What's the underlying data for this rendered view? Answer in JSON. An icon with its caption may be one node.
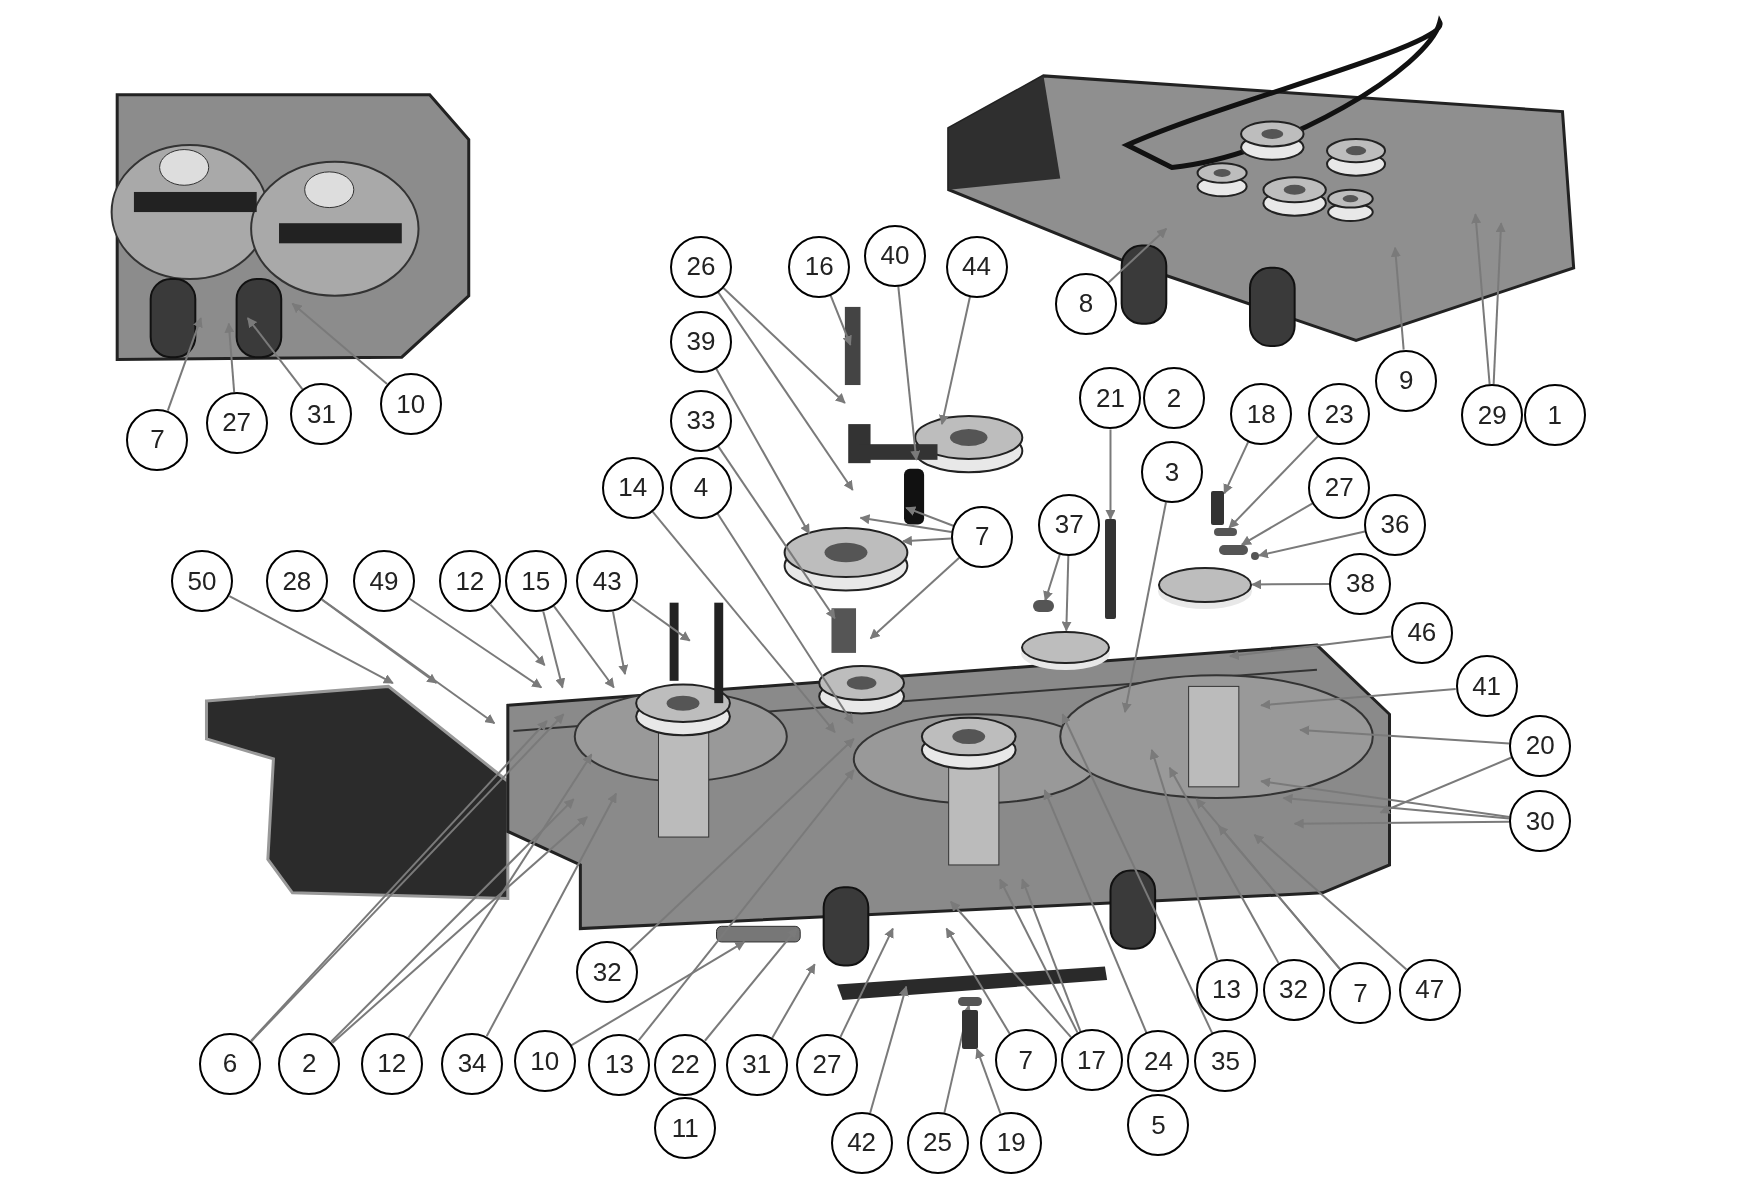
{
  "diagram": {
    "nodes": [
      {
        "text": [
          "7"
        ]
      },
      {
        "text": [
          "27"
        ]
      },
      {
        "text": [
          "31"
        ]
      },
      {
        "text": [
          "10"
        ]
      },
      {
        "text": [
          "8"
        ]
      },
      {
        "text": [
          "9"
        ]
      },
      {
        "text": [
          "29"
        ]
      },
      {
        "text": [
          "1"
        ]
      },
      {
        "text": [
          "26"
        ]
      },
      {
        "text": [
          "16"
        ]
      },
      {
        "text": [
          "40"
        ]
      },
      {
        "text": [
          "44"
        ]
      },
      {
        "text": [
          "39"
        ]
      },
      {
        "text": [
          "33"
        ]
      },
      {
        "text": [
          "21"
        ]
      },
      {
        "text": [
          "2"
        ]
      },
      {
        "text": [
          "18"
        ]
      },
      {
        "text": [
          "23"
        ]
      },
      {
        "text": [
          "14"
        ]
      },
      {
        "text": [
          "4"
        ]
      },
      {
        "text": [
          "3"
        ]
      },
      {
        "text": [
          "27"
        ]
      },
      {
        "text": [
          "7"
        ]
      },
      {
        "text": [
          "37"
        ]
      },
      {
        "text": [
          "36"
        ]
      },
      {
        "text": [
          "38"
        ]
      },
      {
        "text": [
          "50"
        ]
      },
      {
        "text": [
          "28"
        ]
      },
      {
        "text": [
          "49"
        ]
      },
      {
        "text": [
          "12"
        ]
      },
      {
        "text": [
          "15"
        ]
      },
      {
        "text": [
          "43"
        ]
      },
      {
        "text": [
          "46"
        ]
      },
      {
        "text": [
          "41"
        ]
      },
      {
        "text": [
          "20"
        ]
      },
      {
        "text": [
          "30"
        ]
      },
      {
        "text": [
          "32"
        ]
      },
      {
        "text": [
          "13"
        ]
      },
      {
        "text": [
          "32"
        ]
      },
      {
        "text": [
          "7"
        ]
      },
      {
        "text": [
          "47"
        ]
      },
      {
        "text": [
          "6"
        ]
      },
      {
        "text": [
          "2"
        ]
      },
      {
        "text": [
          "12"
        ]
      },
      {
        "text": [
          "34"
        ]
      },
      {
        "text": [
          "10"
        ]
      },
      {
        "text": [
          "13"
        ]
      },
      {
        "text": [
          "22"
        ]
      },
      {
        "text": [
          "31"
        ]
      },
      {
        "text": [
          "27"
        ]
      },
      {
        "text": [
          "7"
        ]
      },
      {
        "text": [
          "17"
        ]
      },
      {
        "text": [
          "24"
        ]
      },
      {
        "text": [
          "35"
        ]
      },
      {
        "text": [
          "11"
        ]
      },
      {
        "text": [
          "5"
        ]
      },
      {
        "text": [
          "42"
        ]
      },
      {
        "text": [
          "25"
        ]
      },
      {
        "text": [
          "19"
        ]
      },
      {
        "text": [],
        "shape": "bar"
      },
      {
        "text": [],
        "shape": "bar"
      },
      {
        "text": [],
        "shape": "circle"
      },
      {
        "text": [],
        "shape": "bar"
      },
      {
        "text": [],
        "shape": "circle"
      },
      {
        "text": [],
        "shape": "circle"
      },
      {
        "text": [],
        "shape": "circle"
      },
      {
        "text": [],
        "shape": "disk"
      },
      {
        "text": [],
        "shape": "disk"
      },
      {
        "text": [],
        "shape": "circle"
      }
    ],
    "edges": [
      {
        "from": 0,
        "to": null,
        "arrow": "to"
      },
      {
        "from": 1,
        "to": null,
        "arrow": "to"
      },
      {
        "from": 2,
        "to": null,
        "arrow": "to"
      },
      {
        "from": 3,
        "to": null,
        "arrow": "to"
      },
      {
        "from": 4,
        "to": null,
        "arrow": "to"
      },
      {
        "from": 5,
        "to": null,
        "arrow": "to"
      },
      {
        "from": 6,
        "to": null,
        "arrow": "to"
      },
      {
        "from": 6,
        "to": null,
        "arrow": "to"
      },
      {
        "from": 8,
        "to": null,
        "arrow": "to"
      },
      {
        "from": 8,
        "to": null,
        "arrow": "to"
      },
      {
        "from": 9,
        "to": null,
        "arrow": "to"
      },
      {
        "from": 10,
        "to": null,
        "arrow": "to"
      },
      {
        "from": 11,
        "to": null,
        "arrow": "to"
      },
      {
        "from": 12,
        "to": null,
        "arrow": "to"
      },
      {
        "from": 13,
        "to": null,
        "arrow": "to"
      },
      {
        "from": 14,
        "to": 59,
        "arrow": "to"
      },
      {
        "from": 16,
        "to": 60,
        "arrow": "to"
      },
      {
        "from": 17,
        "to": 61,
        "arrow": "to"
      },
      {
        "from": 18,
        "to": null,
        "arrow": "to"
      },
      {
        "from": 19,
        "to": null,
        "arrow": "to"
      },
      {
        "from": 20,
        "to": null,
        "arrow": "to"
      },
      {
        "from": 21,
        "to": 63,
        "arrow": "to"
      },
      {
        "from": 22,
        "to": null,
        "arrow": "to"
      },
      {
        "from": 22,
        "to": null,
        "arrow": "to"
      },
      {
        "from": 22,
        "to": null,
        "arrow": "to"
      },
      {
        "from": 22,
        "to": null,
        "arrow": "to"
      },
      {
        "from": 23,
        "to": 68,
        "arrow": "to"
      },
      {
        "from": 23,
        "to": 66,
        "arrow": "to"
      },
      {
        "from": 24,
        "to": 64,
        "arrow": "to"
      },
      {
        "from": 25,
        "to": 67,
        "arrow": "to"
      },
      {
        "from": 26,
        "to": null,
        "arrow": "to"
      },
      {
        "from": 27,
        "to": null,
        "arrow": "to"
      },
      {
        "from": 27,
        "to": null,
        "arrow": "to"
      },
      {
        "from": 28,
        "to": null,
        "arrow": "to"
      },
      {
        "from": 29,
        "to": null,
        "arrow": "to"
      },
      {
        "from": 30,
        "to": null,
        "arrow": "to"
      },
      {
        "from": 30,
        "to": null,
        "arrow": "to"
      },
      {
        "from": 31,
        "to": null,
        "arrow": "to"
      },
      {
        "from": 31,
        "to": null,
        "arrow": "to"
      },
      {
        "from": 32,
        "to": null,
        "arrow": "to"
      },
      {
        "from": 33,
        "to": null,
        "arrow": "to"
      },
      {
        "from": 34,
        "to": null,
        "arrow": "to"
      },
      {
        "from": 34,
        "to": null,
        "arrow": "to"
      },
      {
        "from": 35,
        "to": null,
        "arrow": "to"
      },
      {
        "from": 35,
        "to": null,
        "arrow": "to"
      },
      {
        "from": 35,
        "to": null,
        "arrow": "to"
      },
      {
        "from": 36,
        "to": null,
        "arrow": "to"
      },
      {
        "from": 37,
        "to": null,
        "arrow": "to"
      },
      {
        "from": 38,
        "to": null,
        "arrow": "to"
      },
      {
        "from": 39,
        "to": null,
        "arrow": "to"
      },
      {
        "from": 39,
        "to": null,
        "arrow": "to"
      },
      {
        "from": 40,
        "to": null,
        "arrow": "to"
      },
      {
        "from": 41,
        "to": null,
        "arrow": "to"
      },
      {
        "from": 41,
        "to": null,
        "arrow": "to"
      },
      {
        "from": 42,
        "to": null,
        "arrow": "to"
      },
      {
        "from": 42,
        "to": null,
        "arrow": "to"
      },
      {
        "from": 43,
        "to": null,
        "arrow": "to"
      },
      {
        "from": 44,
        "to": null,
        "arrow": "to"
      },
      {
        "from": 45,
        "to": null,
        "arrow": "to"
      },
      {
        "from": 46,
        "to": null,
        "arrow": "to"
      },
      {
        "from": 47,
        "to": null,
        "arrow": "to"
      },
      {
        "from": 48,
        "to": null,
        "arrow": "to"
      },
      {
        "from": 49,
        "to": null,
        "arrow": "to"
      },
      {
        "from": 50,
        "to": null,
        "arrow": "to"
      },
      {
        "from": 51,
        "to": null,
        "arrow": "to"
      },
      {
        "from": 51,
        "to": null,
        "arrow": "to"
      },
      {
        "from": 51,
        "to": null,
        "arrow": "to"
      },
      {
        "from": 52,
        "to": null,
        "arrow": "to"
      },
      {
        "from": 53,
        "to": null,
        "arrow": "to"
      },
      {
        "from": 56,
        "to": null,
        "arrow": "to"
      },
      {
        "from": 57,
        "to": 65,
        "arrow": "to"
      },
      {
        "from": 58,
        "to": 62,
        "arrow": "to"
      }
    ]
  }
}
